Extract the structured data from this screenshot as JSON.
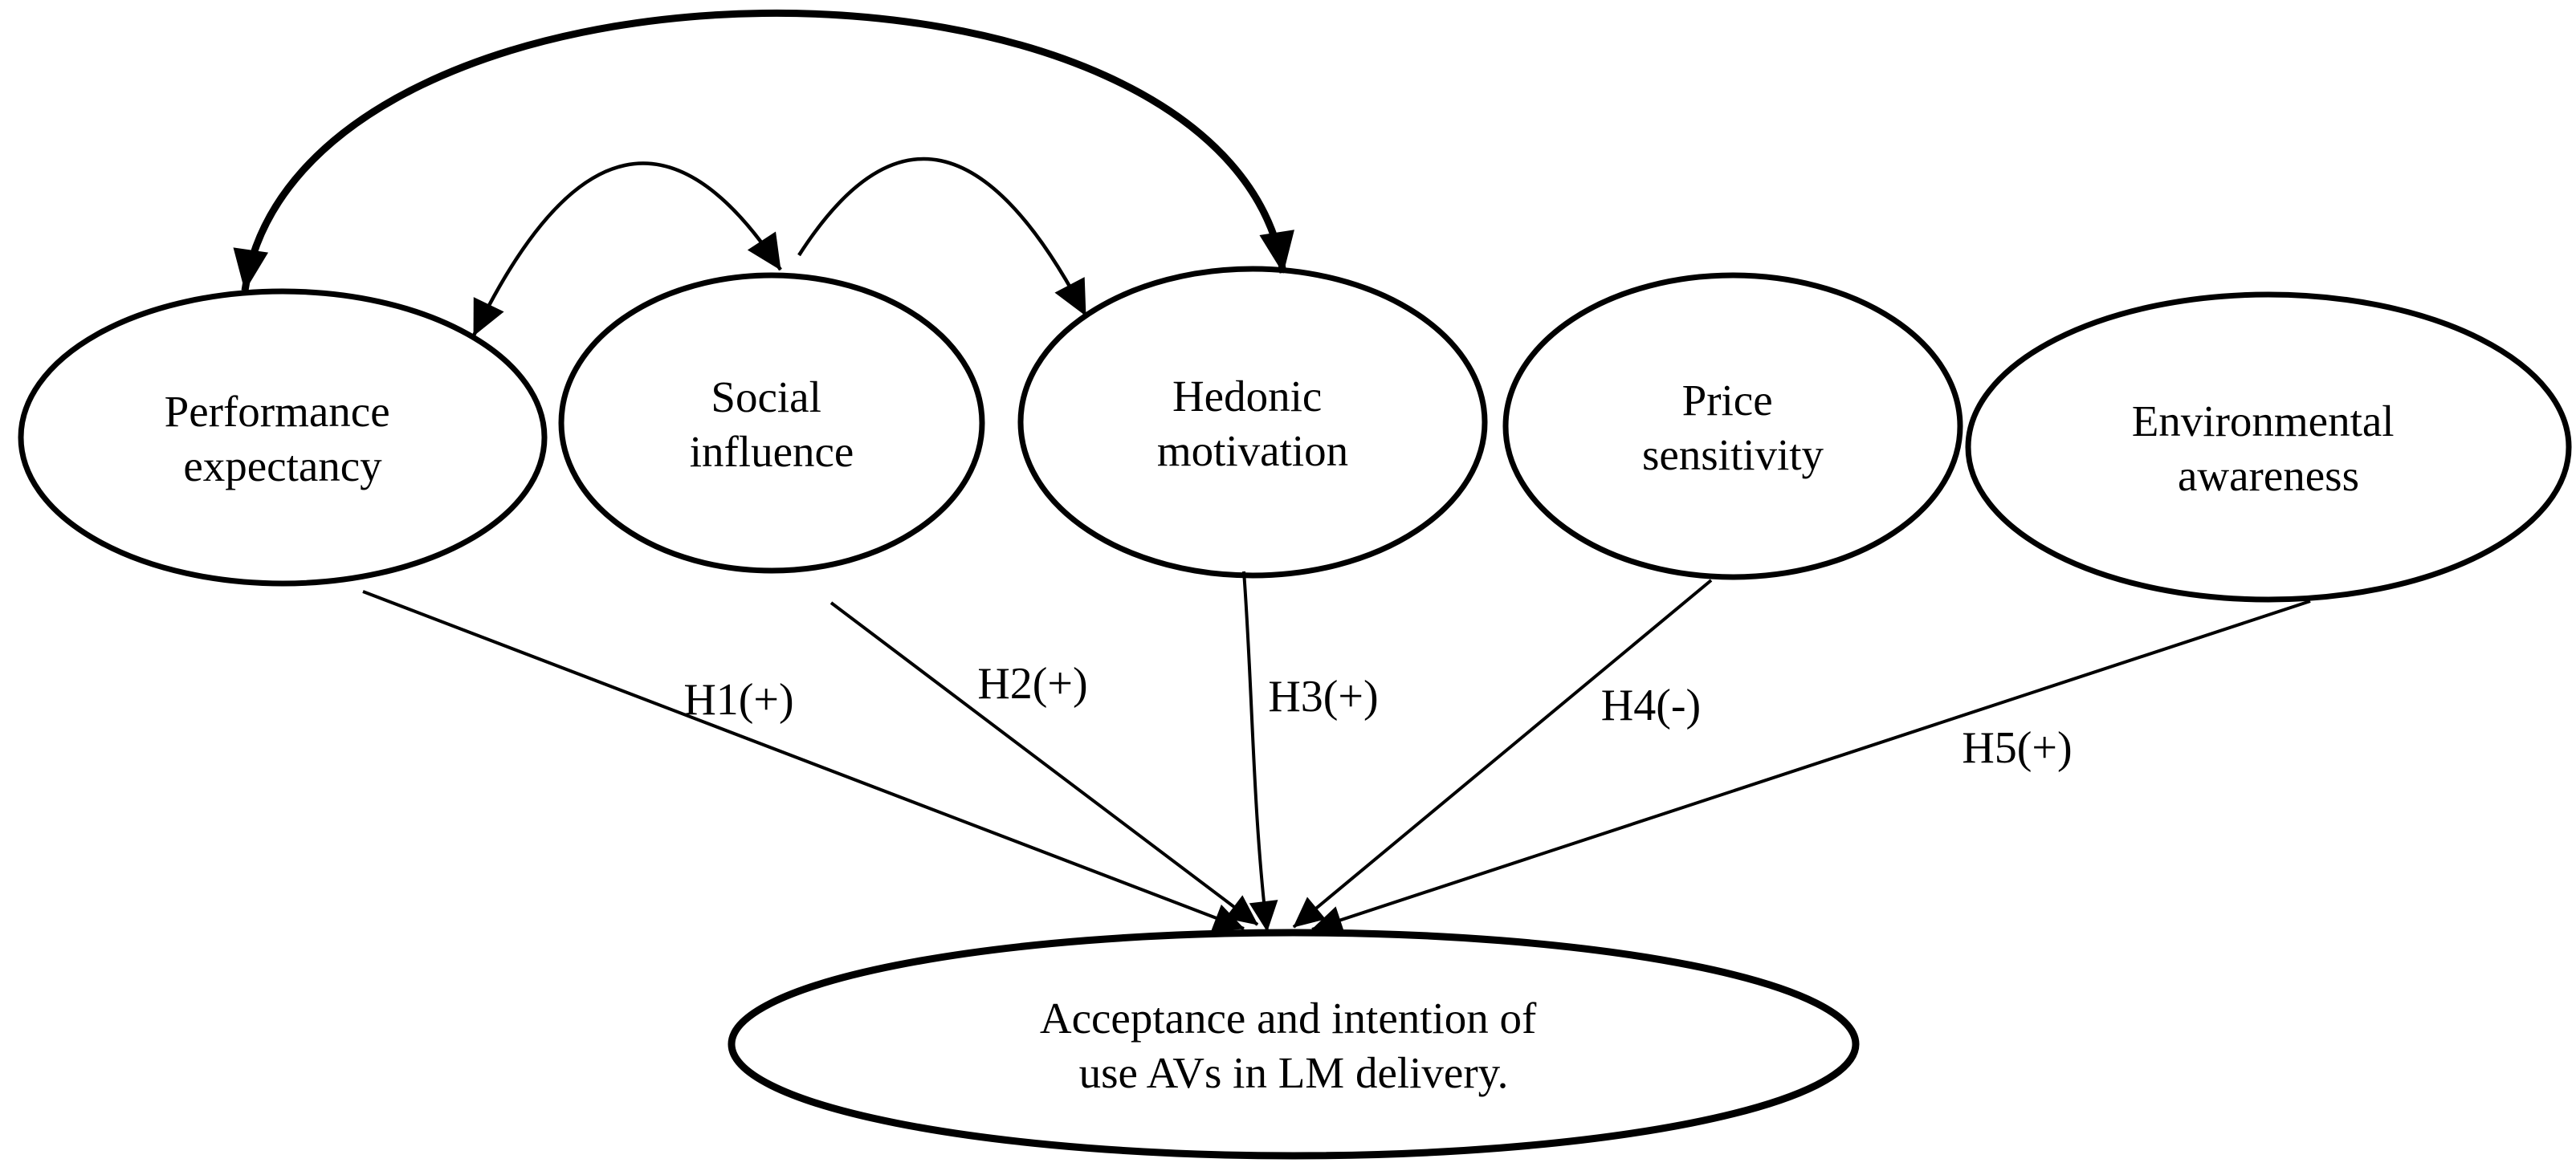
{
  "figure": {
    "background_color": "#ffffff",
    "ink_color": "#000000",
    "nodes": [
      {
        "id": "performance-expectancy",
        "line1": "Performance",
        "line2": "expectancy"
      },
      {
        "id": "social-influence",
        "line1": "Social",
        "line2": "influence"
      },
      {
        "id": "hedonic-motivation",
        "line1": "Hedonic",
        "line2": "motivation"
      },
      {
        "id": "price-sensitivity",
        "line1": "Price",
        "line2": "sensitivity"
      },
      {
        "id": "environmental-awareness",
        "line1": "Environmental",
        "line2": "awareness"
      },
      {
        "id": "acceptance-intention",
        "line1": "Acceptance and intention of",
        "line2": "use AVs in LM delivery."
      }
    ],
    "hypotheses": [
      {
        "label": "H1(+)",
        "from": "Performance expectancy",
        "to": "Acceptance and intention of use AVs in LM delivery."
      },
      {
        "label": "H2(+)",
        "from": "Social influence",
        "to": "Acceptance and intention of use AVs in LM delivery."
      },
      {
        "label": "H3(+)",
        "from": "Hedonic motivation",
        "to": "Acceptance and intention of use AVs in LM delivery."
      },
      {
        "label": "H4(-)",
        "from": "Price sensitivity",
        "to": "Acceptance and intention of use AVs in LM delivery."
      },
      {
        "label": "H5(+)",
        "from": "Environmental awareness",
        "to": "Acceptance and intention of use AVs in LM delivery."
      }
    ],
    "covariance_arcs": [
      {
        "between": [
          "Performance expectancy",
          "Hedonic motivation"
        ],
        "weight": "thick",
        "arrowheads": "both"
      },
      {
        "between": [
          "Performance expectancy",
          "Social influence"
        ],
        "weight": "thin",
        "arrowheads": "both"
      },
      {
        "between": [
          "Social influence",
          "Hedonic motivation"
        ],
        "weight": "thin",
        "arrowheads": "end"
      }
    ]
  }
}
